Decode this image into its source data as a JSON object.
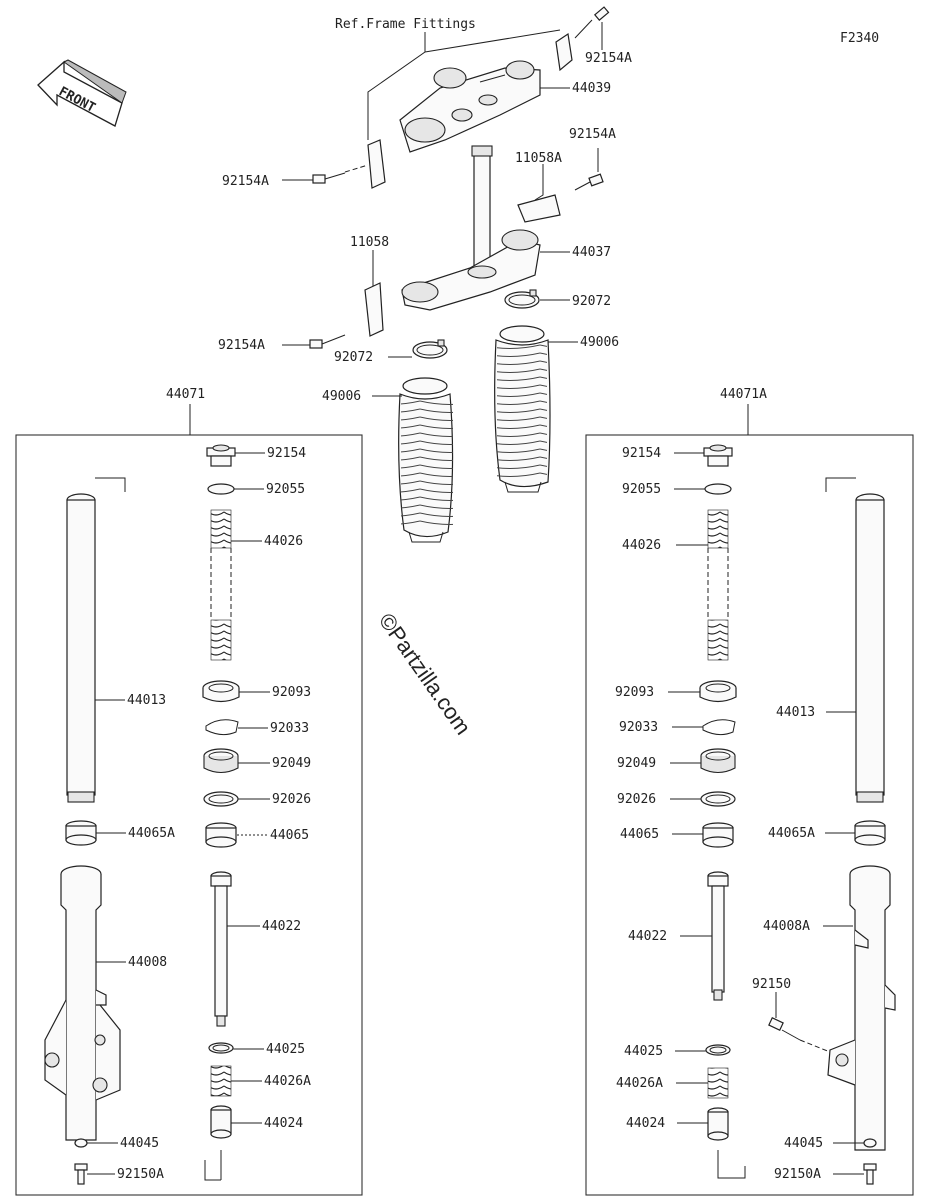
{
  "header": {
    "ref_frame_fittings": "Ref.Frame Fittings",
    "figure_code": "F2340",
    "direction_arrow": "FRONT"
  },
  "watermark": "©Partzilla.com",
  "groups": {
    "left_fork": "44071",
    "right_fork": "44071A"
  },
  "labels": {
    "bolt_upper_right": "92154A",
    "upper_bracket": "44039",
    "bolt_upper_left": "92154A",
    "bolt_mid_right": "92154A",
    "holder_right": "11058A",
    "lower_bracket": "44037",
    "holder_left": "11058",
    "clamp_right": "92072",
    "bolt_lower_left": "92154A",
    "boot_right": "49006",
    "clamp_left": "92072",
    "boot_left": "49006",
    "l_cap_bolt": "92154",
    "l_oring": "92055",
    "l_spring": "44026",
    "l_inner_tube": "44013",
    "l_dust_seal": "92093",
    "l_snap_ring": "92033",
    "l_oil_seal": "92049",
    "l_washer": "92026",
    "l_guide_bush": "44065A",
    "l_slide_bush": "44065",
    "l_cylinder": "44022",
    "l_outer_tube": "44008",
    "l_ring": "44025",
    "l_rebound_spring": "44026A",
    "l_piece": "44024",
    "l_gasket": "44045",
    "l_bottom_bolt": "92150A",
    "r_cap_bolt": "92154",
    "r_oring": "92055",
    "r_spring": "44026",
    "r_inner_tube": "44013",
    "r_dust_seal": "92093",
    "r_snap_ring": "92033",
    "r_oil_seal": "92049",
    "r_washer": "92026",
    "r_slide_bush": "44065",
    "r_guide_bush": "44065A",
    "r_cylinder": "44022",
    "r_outer_tube": "44008A",
    "r_caliper_bolt": "92150",
    "r_ring": "44025",
    "r_rebound_spring": "44026A",
    "r_piece": "44024",
    "r_gasket": "44045",
    "r_bottom_bolt": "92150A"
  }
}
